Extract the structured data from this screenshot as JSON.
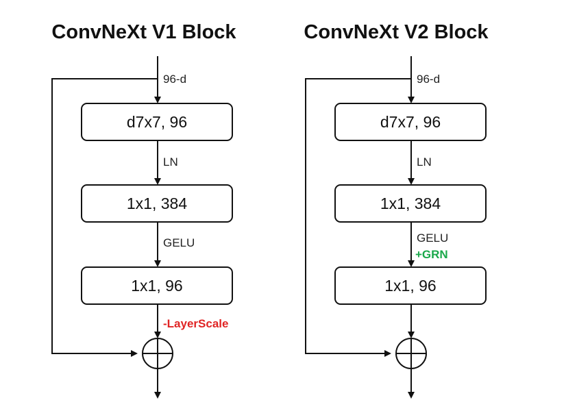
{
  "colors": {
    "removed": "#e02424",
    "added": "#1aa84a",
    "stroke": "#111111"
  },
  "v1": {
    "title": "ConvNeXt V1 Block",
    "input_label": "96-d",
    "box1": "d7x7, 96",
    "box2": "1x1, 384",
    "box3": "1x1, 96",
    "label_ln": "LN",
    "label_gelu": "GELU",
    "label_removed": "-LayerScale"
  },
  "v2": {
    "title": "ConvNeXt V2 Block",
    "input_label": "96-d",
    "box1": "d7x7, 96",
    "box2": "1x1, 384",
    "box3": "1x1, 96",
    "label_ln": "LN",
    "label_gelu": "GELU",
    "label_added": "+GRN"
  },
  "icons": {
    "sum": "circled-plus-icon"
  }
}
